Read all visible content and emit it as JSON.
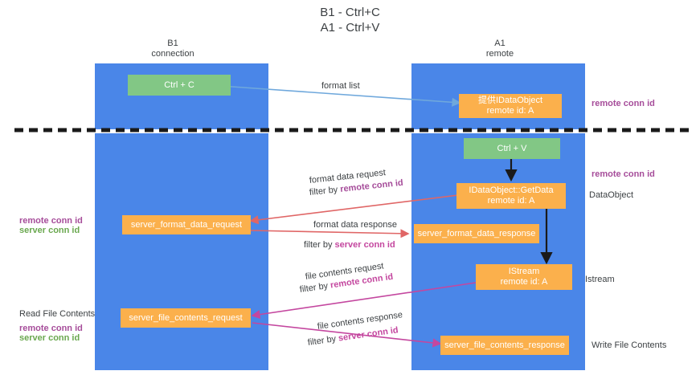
{
  "title": {
    "line1": "B1 - Ctrl+C",
    "line2": "A1 - Ctrl+V"
  },
  "columns": {
    "left": {
      "name": "B1",
      "sub": "connection"
    },
    "right": {
      "name": "A1",
      "sub": "remote"
    }
  },
  "colors": {
    "lane": "#4a86e8",
    "green_box": "#82c785",
    "orange_box": "#fbb04c",
    "purple_text": "#a64d9a",
    "green_text": "#6aa84f",
    "magenta_text": "#c4479f",
    "blue_arrow": "#6fa8dc",
    "red_arrow": "#e06666",
    "black_arrow": "#1a1a1a",
    "magenta_arrow": "#c4479f",
    "divider": "#1a1a1a"
  },
  "boxes": {
    "ctrl_c": "Ctrl + C",
    "ctrl_v": "Ctrl + V",
    "idataobject_line1": "提供IDataObject",
    "idataobject_line2": "remote id: A",
    "getdata_line1": "IDataObject::GetData",
    "getdata_line2": "remote id: A",
    "istream_line1": "IStream",
    "istream_line2": "remote id: A",
    "server_format_data_request": "server_format_data_request",
    "server_format_data_response": "server_format_data_response",
    "server_file_contents_request": "server_file_contents_request",
    "server_file_contents_response": "server_file_contents_response"
  },
  "flows": {
    "format_list": "format list",
    "format_data_request": "format data request",
    "format_data_response": "format data response",
    "file_contents_request": "file contents request",
    "file_contents_response": "file contents response",
    "filter_by": "filter by ",
    "remote_conn_id": "remote conn id",
    "server_conn_id": "server conn id"
  },
  "side_labels": {
    "right_remote_conn_id_top": "remote conn id",
    "right_remote_conn_id_mid": "remote conn id",
    "dataobject": "DataObject",
    "istream": "Istream",
    "write_file_contents": "Write File Contents",
    "read_file_contents": "Read File Contents",
    "left_remote_conn_id": "remote conn id",
    "left_server_conn_id": "server conn id",
    "left_remote_conn_id_2": "remote conn id",
    "left_server_conn_id_2": "server conn id"
  }
}
